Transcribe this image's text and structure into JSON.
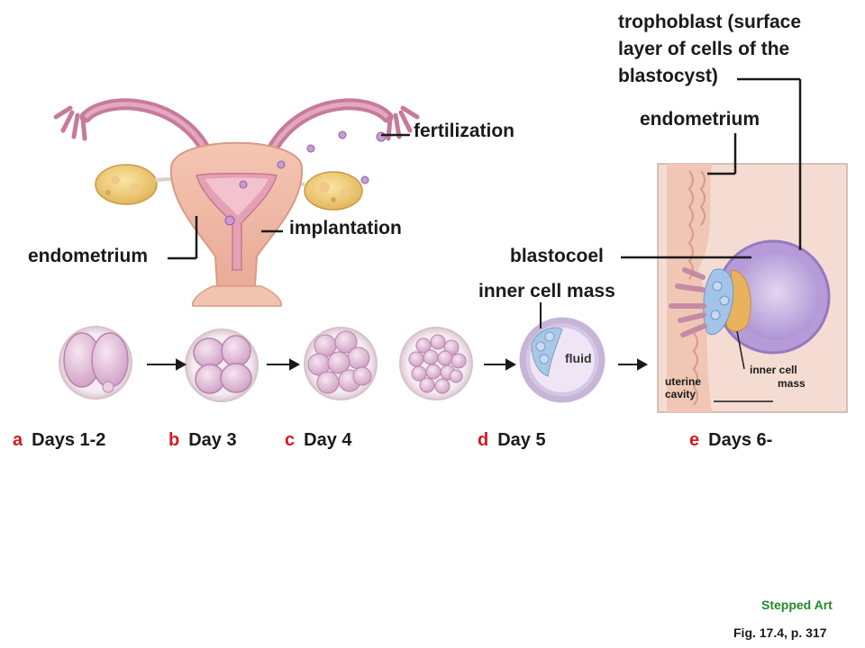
{
  "labels": {
    "fertilization": "fertilization",
    "implantation": "implantation",
    "endometrium_left": "endometrium",
    "endometrium_right": "endometrium",
    "blastocoel": "blastocoel",
    "inner_cell_mass": "inner cell mass",
    "trophoblast_line1": "trophoblast (surface",
    "trophoblast_line2": "layer of cells of the",
    "trophoblast_line3": "blastocyst)",
    "fluid": "fluid",
    "uterine_cavity_line1": "uterine",
    "uterine_cavity_line2": "cavity",
    "inner_cell_mass_small_line1": "inner cell",
    "inner_cell_mass_small_line2": "mass"
  },
  "stages": [
    {
      "letter": "a",
      "name": "Days 1-2"
    },
    {
      "letter": "b",
      "name": "Day 3"
    },
    {
      "letter": "c",
      "name": "Day 4"
    },
    {
      "letter": "d",
      "name": "Day 5"
    },
    {
      "letter": "e",
      "name": "Days 6-"
    }
  ],
  "footer": {
    "stepped_art": "Stepped Art",
    "figure_ref": "Fig. 17.4, p. 317"
  },
  "colors": {
    "stage_letter": "#d4181f",
    "stepped_art": "#1f8a2e",
    "uterus": "#e9b7a3",
    "cells": "#e4c3dc"
  }
}
